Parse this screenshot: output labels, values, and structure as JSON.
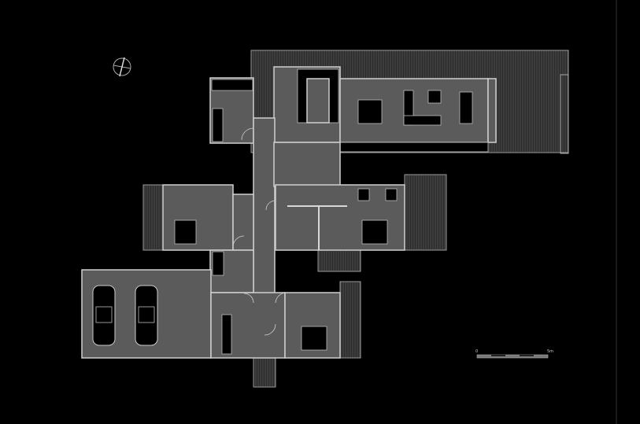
{
  "plan": {
    "title": "Floor plan",
    "scale_bar": {
      "start_label": "0",
      "end_label": "5m"
    },
    "north_arrow": "north-arrow-icon",
    "colors": {
      "background": "#000000",
      "floor": "#5b5b5b",
      "walls": "#d8d8d8",
      "deck": "#3a3a3a"
    }
  }
}
